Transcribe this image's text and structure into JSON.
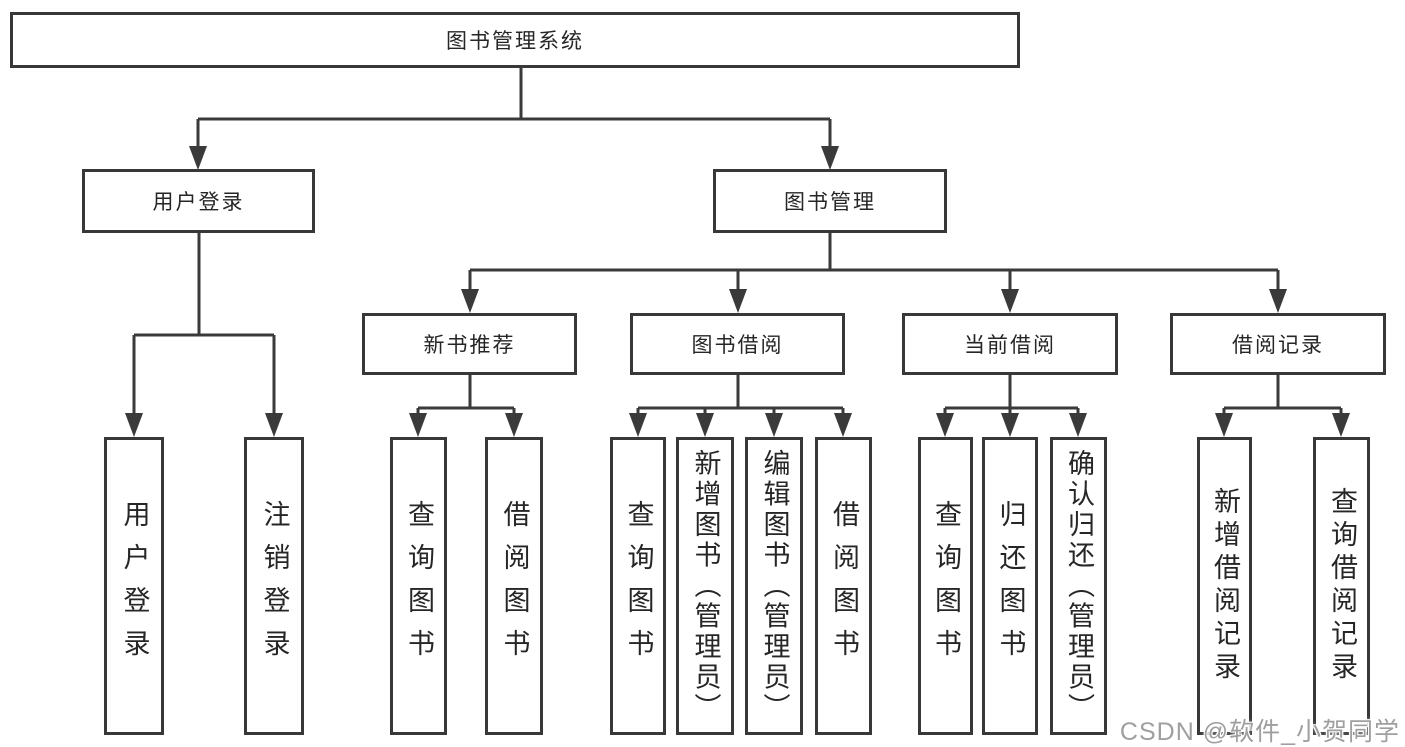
{
  "watermark": "CSDN @软件_小贺同学",
  "colors": {
    "line": "#3a3a3a",
    "box_border": "#383838",
    "text": "#262626",
    "background": "#ffffff",
    "watermark": "#9f9f9f"
  },
  "tree": {
    "root": {
      "label": "图书管理系统"
    },
    "children": [
      {
        "label": "用户登录",
        "children": [
          {
            "label": "用户登录"
          },
          {
            "label": "注销登录"
          }
        ]
      },
      {
        "label": "图书管理",
        "children": [
          {
            "label": "新书推荐",
            "children": [
              {
                "label": "查询图书"
              },
              {
                "label": "借阅图书"
              }
            ]
          },
          {
            "label": "图书借阅",
            "children": [
              {
                "label": "查询图书"
              },
              {
                "label": "新增图书（管理员）"
              },
              {
                "label": "编辑图书（管理员）"
              },
              {
                "label": "借阅图书"
              }
            ]
          },
          {
            "label": "当前借阅",
            "children": [
              {
                "label": "查询图书"
              },
              {
                "label": "归还图书"
              },
              {
                "label": "确认归还（管理员）"
              }
            ]
          },
          {
            "label": "借阅记录",
            "children": [
              {
                "label": "新增借阅记录"
              },
              {
                "label": "查询借阅记录"
              }
            ]
          }
        ]
      }
    ]
  }
}
